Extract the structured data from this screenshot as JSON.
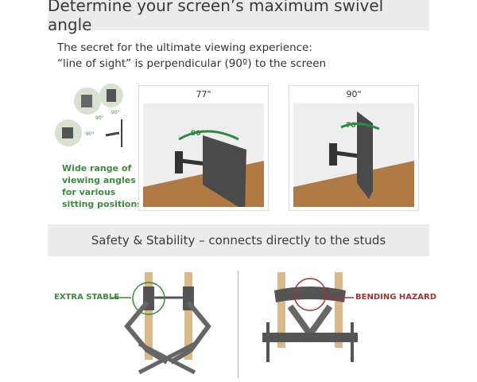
{
  "header": {
    "title": "Determine your screen’s maximum swivel angle"
  },
  "intro": {
    "line1": "The secret for the ultimate viewing experience:",
    "line2": "“line of sight” is perpendicular (90º) to the screen"
  },
  "viewing": {
    "angle_labels": [
      "90°",
      "90°",
      "90°"
    ],
    "lines": [
      "Wide range of",
      "viewing angles",
      "for various",
      "sitting positions"
    ]
  },
  "panels": [
    {
      "size": "77\"",
      "angle": "90°"
    },
    {
      "size": "90\"",
      "angle": "70°"
    }
  ],
  "safety": {
    "title": "Safety & Stability – connects directly to the studs",
    "good_label": "EXTRA STABLE",
    "bad_label": "BENDING HAZARD"
  },
  "colors": {
    "green": "#3d8b3d",
    "red": "#a83232",
    "banner": "#ebebeb",
    "stud": "#d9b98a"
  }
}
